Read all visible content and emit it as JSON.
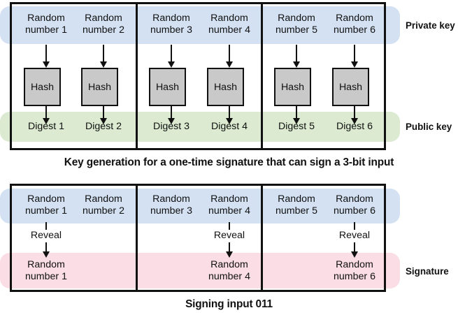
{
  "figure": {
    "title": "One-time signature scheme diagram",
    "colors": {
      "private_key_band": "#d3e1f2",
      "public_key_band": "#dbead0",
      "signature_band": "#fadde5",
      "hash_box": "#c9c9c9",
      "stroke": "#111111",
      "background": "#ffffff"
    }
  },
  "keygen": {
    "caption": "Key generation for a one-time signature that can sign a 3-bit input",
    "side_labels": {
      "private_key": "Private key",
      "public_key": "Public key"
    },
    "hash_label": "Hash",
    "columns": [
      {
        "random": "Random\nnumber 1",
        "digest": "Digest 1",
        "hash": "Hash"
      },
      {
        "random": "Random\nnumber 2",
        "digest": "Digest 2",
        "hash": "Hash"
      },
      {
        "random": "Random\nnumber 3",
        "digest": "Digest 3",
        "hash": "Hash"
      },
      {
        "random": "Random\nnumber 4",
        "digest": "Digest 4",
        "hash": "Hash"
      },
      {
        "random": "Random\nnumber 5",
        "digest": "Digest 5",
        "hash": "Hash"
      },
      {
        "random": "Random\nnumber 6",
        "digest": "Digest 6",
        "hash": "Hash"
      }
    ]
  },
  "signing": {
    "caption": "Signing input 011",
    "input_bits": "011",
    "side_labels": {
      "signature": "Signature"
    },
    "reveal_label": "Reveal",
    "columns": [
      {
        "random": "Random\nnumber 1",
        "revealed": true,
        "signature": "Random\nnumber 1"
      },
      {
        "random": "Random\nnumber 2",
        "revealed": false,
        "signature": ""
      },
      {
        "random": "Random\nnumber 3",
        "revealed": false,
        "signature": ""
      },
      {
        "random": "Random\nnumber 4",
        "revealed": true,
        "signature": "Random\nnumber 4"
      },
      {
        "random": "Random\nnumber 5",
        "revealed": false,
        "signature": ""
      },
      {
        "random": "Random\nnumber 6",
        "revealed": true,
        "signature": "Random\nnumber 6"
      }
    ]
  }
}
